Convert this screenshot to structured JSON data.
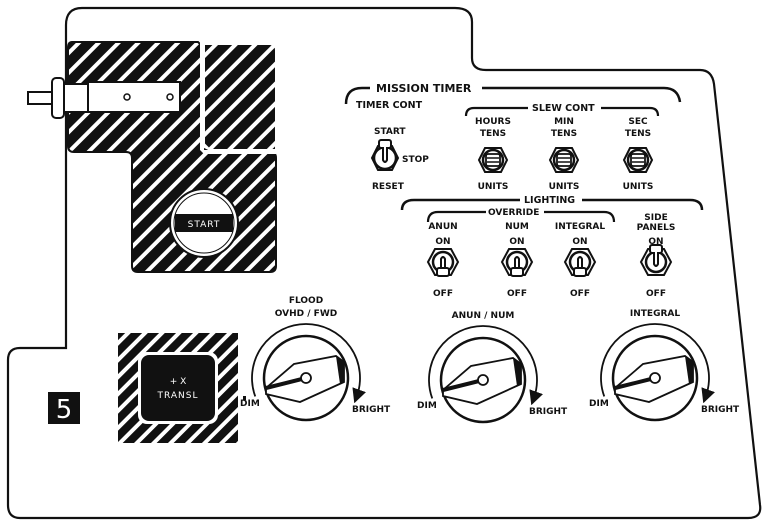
{
  "panel": {
    "number": "5",
    "colors": {
      "ink": "#111111",
      "paper": "#ffffff"
    }
  },
  "start_panel": {
    "button_label": "START"
  },
  "transl_button": {
    "line1": "+ X",
    "line2": "TRANSL"
  },
  "mission_timer": {
    "title": "MISSION TIMER",
    "timer_cont": {
      "label": "TIMER CONT",
      "positions": {
        "up": "START",
        "right": "STOP",
        "down": "RESET"
      }
    },
    "slew_cont": {
      "label": "SLEW CONT",
      "switches": [
        {
          "top1": "HOURS",
          "top2": "TENS",
          "bottom": "UNITS"
        },
        {
          "top1": "MIN",
          "top2": "TENS",
          "bottom": "UNITS"
        },
        {
          "top1": "SEC",
          "top2": "TENS",
          "bottom": "UNITS"
        }
      ]
    }
  },
  "lighting": {
    "title": "LIGHTING",
    "override_label": "OVERRIDE",
    "switches": [
      {
        "name": "ANUN",
        "name2": "",
        "on": "ON",
        "off": "OFF",
        "state": "OFF"
      },
      {
        "name": "NUM",
        "name2": "",
        "on": "ON",
        "off": "OFF",
        "state": "OFF"
      },
      {
        "name": "INTEGRAL",
        "name2": "",
        "on": "ON",
        "off": "OFF",
        "state": "OFF"
      },
      {
        "name": "SIDE",
        "name2": "PANELS",
        "on": "ON",
        "off": "OFF",
        "state": "ON"
      }
    ],
    "knobs": [
      {
        "title1": "FLOOD",
        "title2": "OVHD / FWD",
        "min": "DIM",
        "max": "BRIGHT",
        "setting": 0
      },
      {
        "title1": "",
        "title2": "ANUN / NUM",
        "min": "DIM",
        "max": "BRIGHT",
        "setting": 0
      },
      {
        "title1": "",
        "title2": "INTEGRAL",
        "min": "DIM",
        "max": "BRIGHT",
        "setting": 0
      }
    ]
  }
}
